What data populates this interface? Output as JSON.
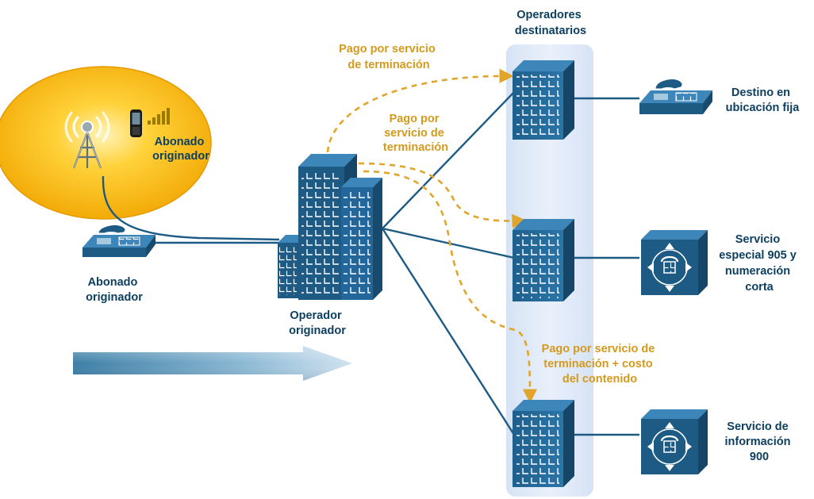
{
  "colors": {
    "network_blue": "#1d5a84",
    "payment_gold": "#e0a52a",
    "label_blue": "#1d5578",
    "band_fill": "#dde8f6",
    "bubble_yellow": "#f5b000"
  },
  "labels": {
    "destination_operators": [
      "Operadores",
      "destinatarios"
    ],
    "origin_mobile_subscriber": [
      "Abonado",
      "originador"
    ],
    "origin_fixed_subscriber": [
      "Abonado",
      "originador"
    ],
    "origin_operator": [
      "Operador",
      "originador"
    ],
    "payment_top": [
      "Pago por servicio",
      "de terminación"
    ],
    "payment_mid": [
      "Pago por",
      "servicio de",
      "terminación"
    ],
    "payment_bottom": [
      "Pago por servicio de",
      "terminación + costo",
      "del contenido"
    ],
    "dest_fixed": [
      "Destino en",
      "ubicación fija"
    ],
    "dest_905": [
      "Servicio",
      "especial 905 y",
      "numeración",
      "corta"
    ],
    "dest_900": [
      "Servicio de",
      "información",
      "900"
    ]
  },
  "icons": {
    "cell_tower": "cell-tower-icon",
    "mobile_phone": "mobile-phone-icon",
    "signal_bars": "signal-bars-icon",
    "fixed_phone": "desk-phone-icon",
    "operator_building": "building-icon",
    "destination_server": "server-building-icon",
    "service_switch": "service-switch-icon",
    "flow_arrow": "flow-arrow-icon"
  }
}
